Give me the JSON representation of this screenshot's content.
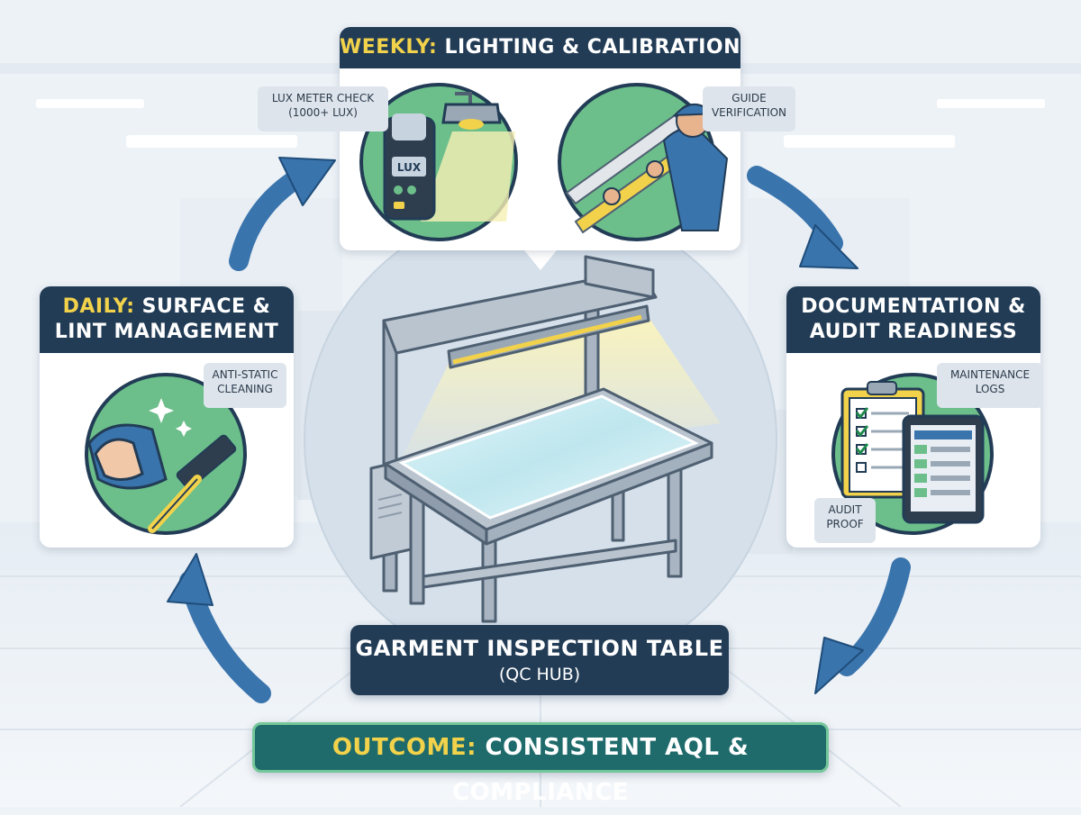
{
  "weekly": {
    "title_prefix": "WEEKLY:",
    "title_rest": "LIGHTING & CALIBRATION",
    "tag_lux": "LUX METER CHECK (1000+ LUX)",
    "tag_guide": "GUIDE VERIFICATION",
    "meter_label": "LUX"
  },
  "daily": {
    "title_prefix": "DAILY:",
    "title_rest_line1": "SURFACE &",
    "title_line2": "LINT MANAGEMENT",
    "tag_cleaning": "ANTI-STATIC CLEANING"
  },
  "docs": {
    "title_line1": "DOCUMENTATION &",
    "title_line2": "AUDIT READINESS",
    "tag_logs": "MAINTENANCE LOGS",
    "tag_proof": "AUDIT PROOF"
  },
  "hub": {
    "title": "GARMENT INSPECTION TABLE",
    "subtitle": "(QC HUB)"
  },
  "outcome": {
    "prefix": "OUTCOME:",
    "text": "CONSISTENT AQL & COMPLIANCE"
  },
  "colors": {
    "navy": "#223c56",
    "accent_yellow": "#f2d24b",
    "green_circle": "#6cbf8a",
    "arrow_blue": "#3a74ad",
    "outcome_teal": "#1f6b6b"
  }
}
